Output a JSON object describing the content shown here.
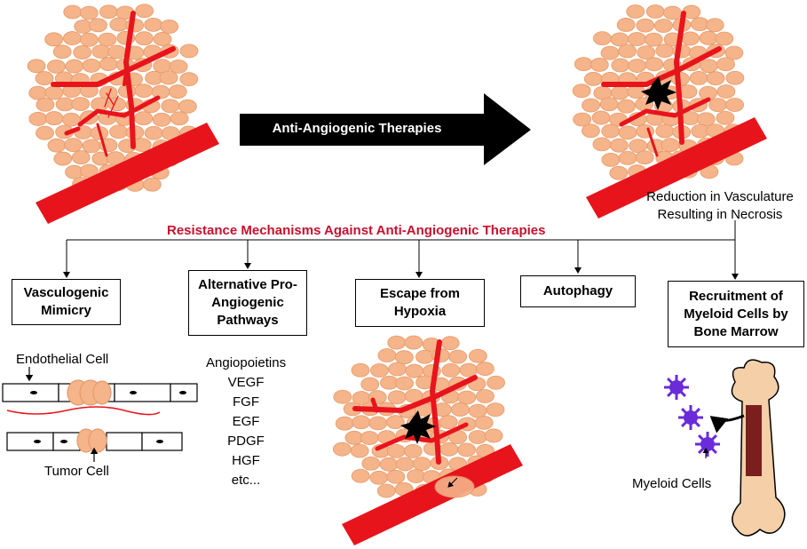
{
  "arrow_label": "Anti-Angiogenic Therapies",
  "top_right_caption": {
    "line1": "Reduction in Vasculature",
    "line2": "Resulting in Necrosis"
  },
  "heading": "Resistance Mechanisms Against Anti-Angiogenic Therapies",
  "mechanisms": [
    {
      "line1": "Vasculogenic",
      "line2": "Mimicry"
    },
    {
      "line1": "Alternative Pro-",
      "line2": "Angiogenic",
      "line3": "Pathways"
    },
    {
      "line1": "Escape from",
      "line2": "Hypoxia"
    },
    {
      "line1": "Autophagy"
    },
    {
      "line1": "Recruitment of",
      "line2": "Myeloid Cells by",
      "line3": "Bone Marrow"
    }
  ],
  "vasculogenic_labels": {
    "endothelial": "Endothelial Cell",
    "tumor": "Tumor Cell"
  },
  "pro_angiogenic_factors": [
    "Angiopoietins",
    "VEGF",
    "FGF",
    "EGF",
    "PDGF",
    "HGF",
    "etc..."
  ],
  "myeloid_label": "Myeloid Cells",
  "colors": {
    "vessel": "#e8141c",
    "tumor_cell": "#f5b48a",
    "tumor_outline": "#e59a6a",
    "heading": "#c8102e",
    "myeloid": "#6a2bd9",
    "bone": "#f4cfa8",
    "marrow": "#7a1e1e"
  }
}
